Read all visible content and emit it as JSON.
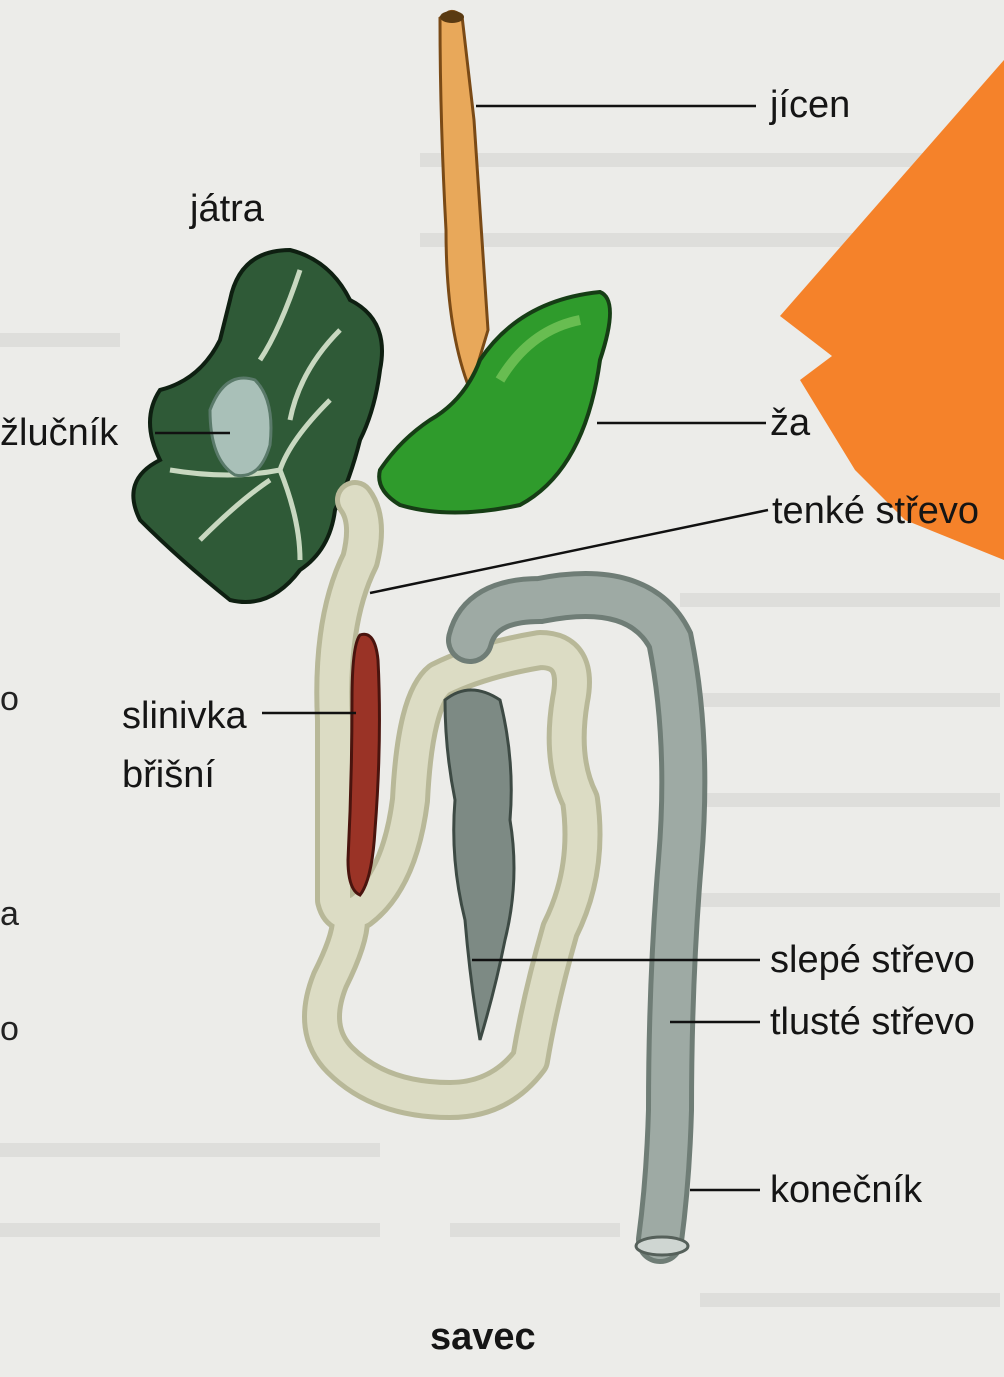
{
  "labels": {
    "esophagus": "jícen",
    "liver": "játra",
    "gallbladder": "žlučník",
    "stomach_partial": "ža",
    "small_intestine": "tenké střevo",
    "pancreas_line1": "slinivka",
    "pancreas_line2": "břišní",
    "cecum": "slepé střevo",
    "large_intestine": "tlusté střevo",
    "rectum": "konečník",
    "caption": "savec"
  },
  "edge_text": {
    "c1": "o",
    "c2": "a",
    "c3": "o"
  },
  "colors": {
    "background": "#ecece9",
    "orange_shape": "#f5822a",
    "liver": "#2f5a37",
    "stomach": "#2f9b2c",
    "esophagus": "#e8a85a",
    "small_intestine": "#dcdcc4",
    "large_intestine": "#9eaaa4",
    "pancreas": "#9a3326"
  }
}
